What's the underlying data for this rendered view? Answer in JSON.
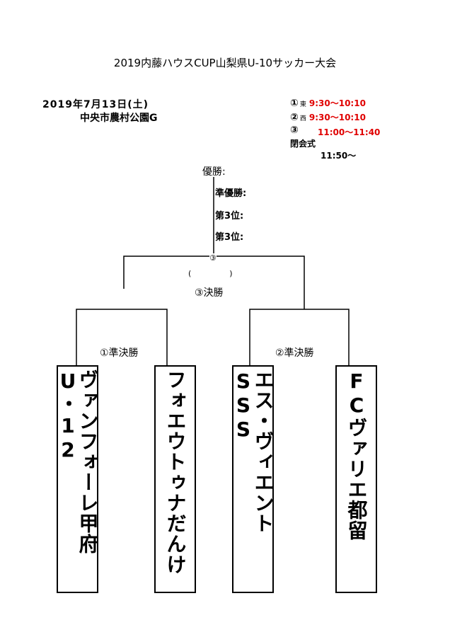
{
  "title": "2019内藤ハウスCUP山梨県U-10サッカー大会",
  "date": "2019年7月13日(土)",
  "venue": "中央市農村公園G",
  "schedule": [
    {
      "num": "①",
      "loc": "東",
      "time": "9:30〜10:10"
    },
    {
      "num": "②",
      "loc": "西",
      "time": "9:30〜10:10"
    },
    {
      "num": "③",
      "loc": "",
      "time": "11:00〜11:40"
    }
  ],
  "closing": {
    "label": "閉会式",
    "time": "11:50〜"
  },
  "results": {
    "champion": "優勝:",
    "runner_up": "準優勝:",
    "third_a": "第3位:",
    "third_b": "第3位:"
  },
  "final": {
    "marker": "③",
    "score": "(　　　　)",
    "label": "③決勝"
  },
  "semis": [
    {
      "label": "①準決勝"
    },
    {
      "label": "②準決勝"
    }
  ],
  "teams": [
    "ヴァンフォーレ甲府U・12",
    "フォエウトゥナだんけ",
    "エス・ヴィエントSSS",
    "FCヴァリエ都留"
  ],
  "colors": {
    "time": "#e00000",
    "line": "#000000"
  }
}
